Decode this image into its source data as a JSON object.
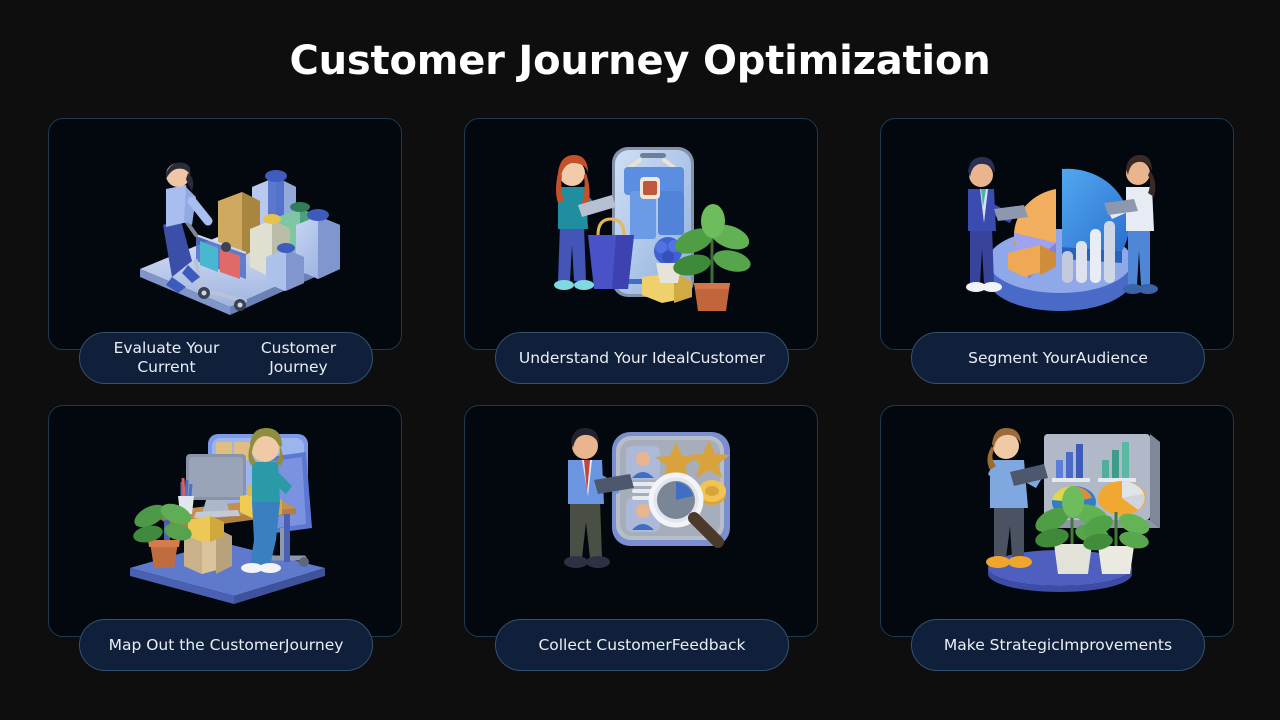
{
  "slide": {
    "background_color": "#0e0e0f",
    "title": "Customer Journey Optimization"
  },
  "theme": {
    "card_background": "#02080d",
    "card_border": "#1e3950",
    "pill_background": "#11203a",
    "pill_border": "#32516e",
    "pill_text_color": "#e9eef6",
    "title_color": "#ffffff",
    "accent_blue": "#3d7de0",
    "accent_light_blue": "#7fa8e8"
  },
  "cards": [
    {
      "id": "evaluate-current-journey",
      "label_line1": "Evaluate Your Current",
      "label_line2": "Customer Journey",
      "illustration": "shopping-cart-gifts-illustration"
    },
    {
      "id": "understand-ideal-customer",
      "label_line1": "Understand Your Ideal",
      "label_line2": "Customer",
      "illustration": "mobile-shopping-illustration"
    },
    {
      "id": "segment-audience",
      "label_line1": "Segment Your",
      "label_line2": "Audience",
      "illustration": "pie-chart-analysts-illustration"
    },
    {
      "id": "map-customer-journey",
      "label_line1": "Map Out the Customer",
      "label_line2": "Journey",
      "illustration": "desk-workspace-illustration"
    },
    {
      "id": "collect-customer-feedback",
      "label_line1": "Collect Customer",
      "label_line2": "Feedback",
      "illustration": "reviews-ratings-board-illustration"
    },
    {
      "id": "make-strategic-improvements",
      "label_line1": "Make Strategic",
      "label_line2": "Improvements",
      "illustration": "presentation-charts-plants-illustration"
    }
  ]
}
